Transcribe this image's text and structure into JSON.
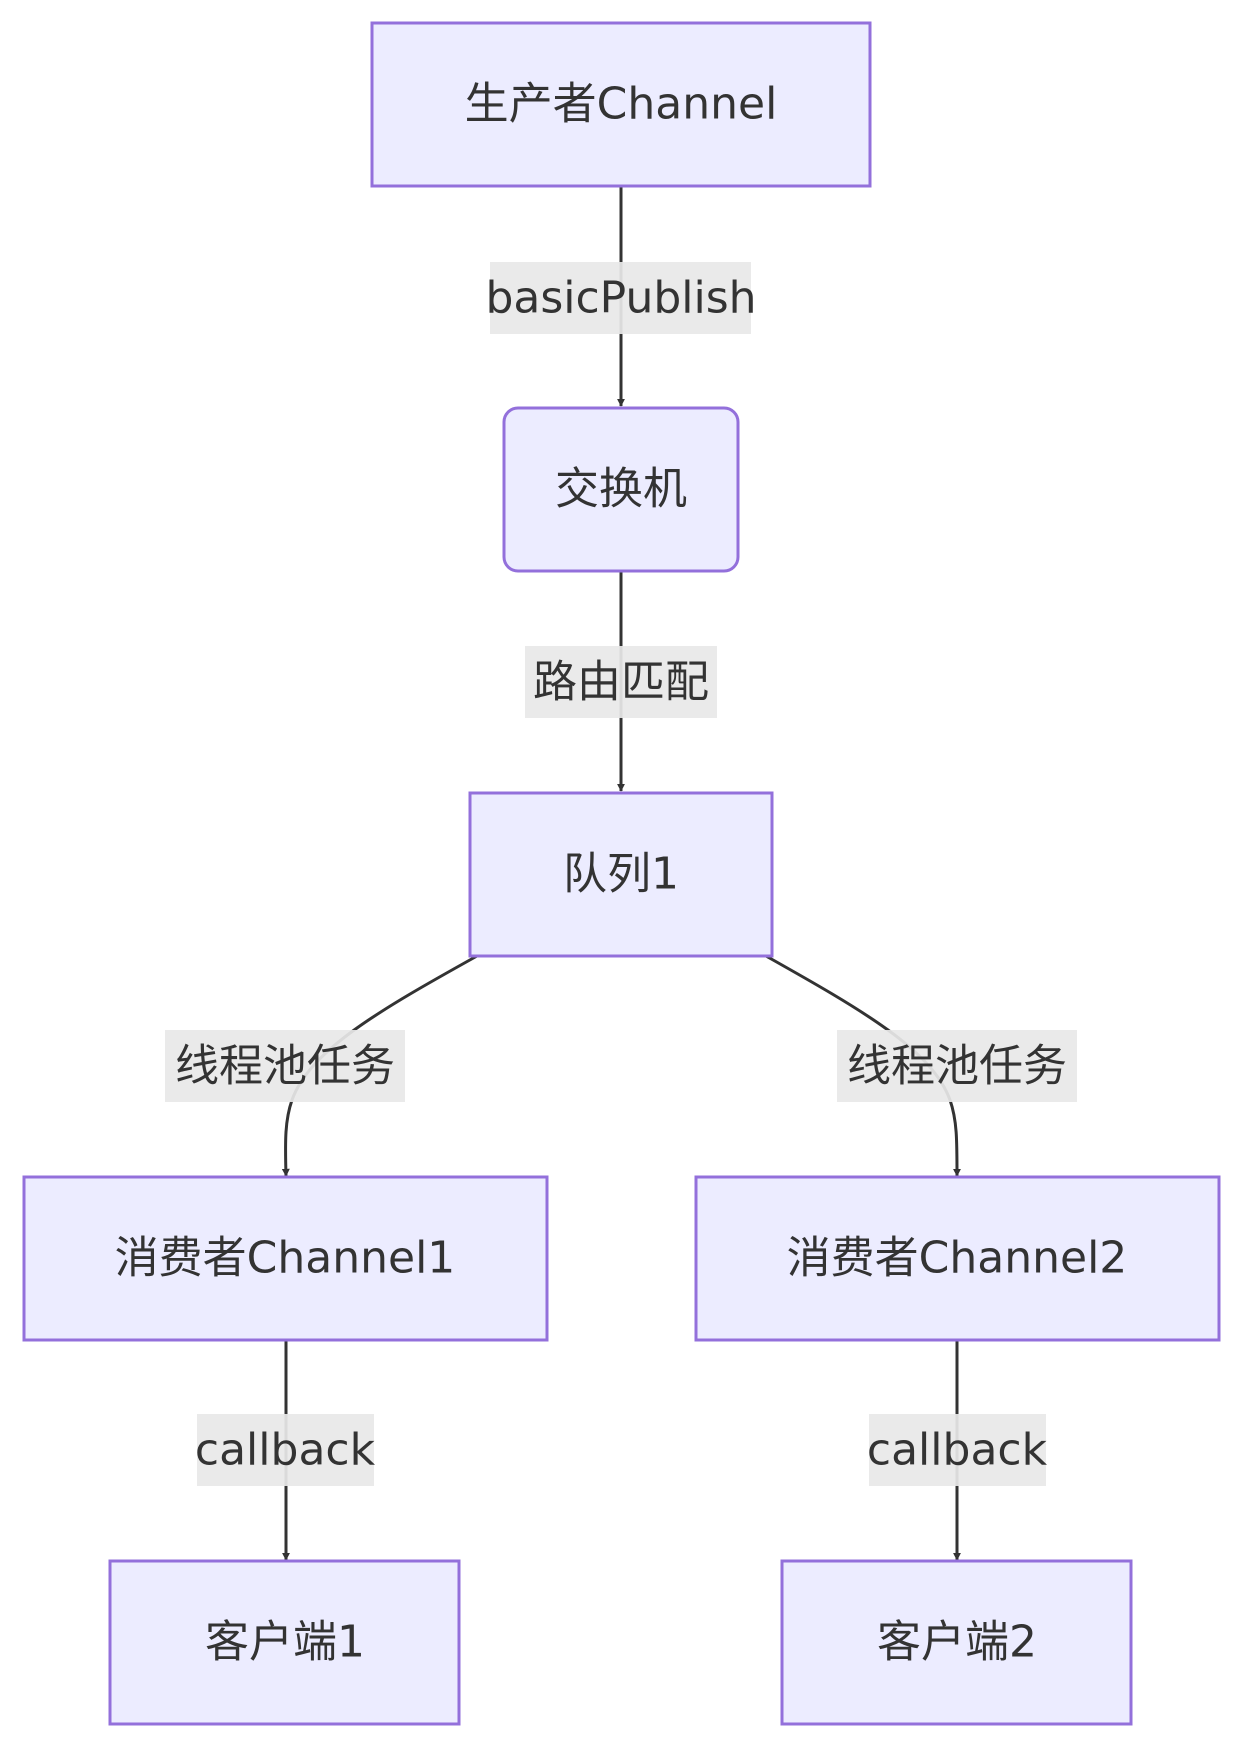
{
  "diagram": {
    "type": "flowchart",
    "direction": "top-down",
    "colors": {
      "node_fill": "#ECECFF",
      "node_stroke": "#9370DB",
      "edge_stroke": "#333333",
      "text": "#333333",
      "edge_label_background": "#E8E8E8"
    },
    "nodes": {
      "producer": {
        "label": "生产者Channel"
      },
      "exchange": {
        "label": "交换机"
      },
      "queue": {
        "label": "队列1"
      },
      "consumer1": {
        "label": "消费者Channel1"
      },
      "consumer2": {
        "label": "消费者Channel2"
      },
      "client1": {
        "label": "客户端1"
      },
      "client2": {
        "label": "客户端2"
      }
    },
    "edges": {
      "producer_exchange": {
        "from": "producer",
        "to": "exchange",
        "label": "basicPublish"
      },
      "exchange_queue": {
        "from": "exchange",
        "to": "queue",
        "label": "路由匹配"
      },
      "queue_consumer1": {
        "from": "queue",
        "to": "consumer1",
        "label": "线程池任务"
      },
      "queue_consumer2": {
        "from": "queue",
        "to": "consumer2",
        "label": "线程池任务"
      },
      "consumer1_client1": {
        "from": "consumer1",
        "to": "client1",
        "label": "callback"
      },
      "consumer2_client2": {
        "from": "consumer2",
        "to": "client2",
        "label": "callback"
      }
    }
  }
}
